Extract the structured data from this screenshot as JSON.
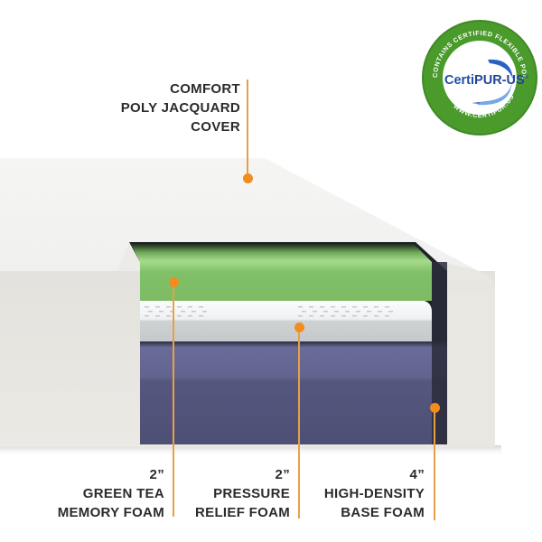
{
  "callouts": {
    "cover": {
      "line1": "COMFORT",
      "line2": "POLY JACQUARD COVER"
    },
    "green_tea": {
      "thickness": "2”",
      "line1": "GREEN TEA",
      "line2": "MEMORY FOAM"
    },
    "pressure": {
      "thickness": "2”",
      "line1": "PRESSURE",
      "line2": "RELIEF FOAM"
    },
    "base": {
      "thickness": "4”",
      "line1": "HIGH-DENSITY",
      "line2": "BASE FOAM"
    }
  },
  "badge": {
    "brand_a": "Certi",
    "brand_b": "PUR-US",
    "reg": "®",
    "arc_top": "CONTAINS CERTIFIED FLEXIBLE POLYURETHANE FOAM",
    "arc_bottom": "WWW.CERTIPUR.US"
  },
  "colors": {
    "accent_orange": "#f28c1e",
    "green_layer": "#7fbf66",
    "white_layer": "#f4f6f7",
    "gray_layer": "#c9cccd",
    "blue_layer": "#5a5c85",
    "badge_green": "#4a9a2c",
    "badge_blue": "#1f4fa3"
  }
}
